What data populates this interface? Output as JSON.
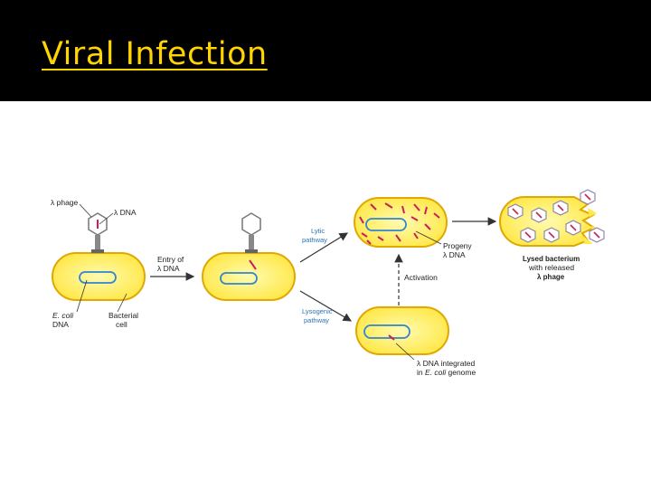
{
  "slide": {
    "title": "Viral Infection"
  },
  "diagram": {
    "label_phage": "λ phage",
    "label_lambda_dna": "λ DNA",
    "label_ecoli_line1": "E. coli",
    "label_ecoli_line2": "DNA",
    "label_bacterial_line1": "Bacterial",
    "label_bacterial_line2": "cell",
    "label_entry_line1": "Entry of",
    "label_entry_line2": "λ DNA",
    "label_lytic_line1": "Lytic",
    "label_lytic_line2": "pathway",
    "label_lysogenic_line1": "Lysogenic",
    "label_lysogenic_line2": "pathway",
    "label_progeny_line1": "Progeny",
    "label_progeny_line2": "λ DNA",
    "label_activation": "Activation",
    "label_integrated_line1": "λ DNA integrated",
    "label_integrated_line2_prefix": "in ",
    "label_integrated_line2_em": "E. coli",
    "label_integrated_line2_suffix": " genome",
    "label_lysed_line1": "Lysed bacterium",
    "label_lysed_line2": "with released",
    "label_lysed_line3": "λ phage",
    "colors": {
      "cell_fill": "#fff27a",
      "cell_stroke": "#e0a800",
      "dna_blue": "#2f86d1",
      "lambda_dna": "#c8205a",
      "arrow": "#333333",
      "title": "#ffd400"
    }
  }
}
